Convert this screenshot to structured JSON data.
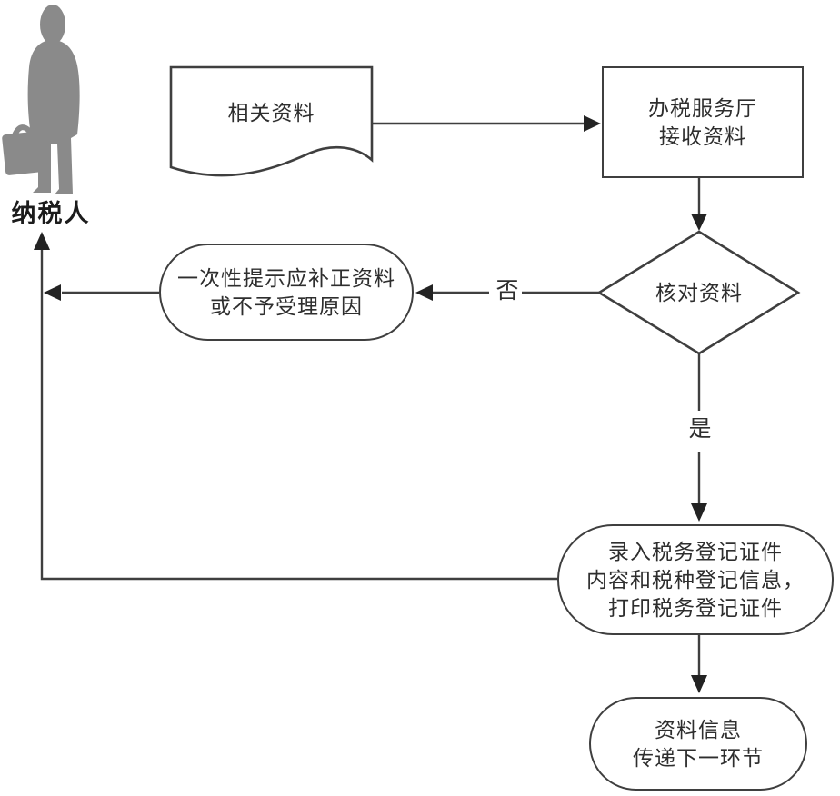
{
  "page": {
    "background": "#ffffff",
    "line_color": "#3f3f3f",
    "text_color": "#2e2e2e"
  },
  "actor": {
    "label": "纳税人",
    "icon": "person-with-briefcase-icon",
    "silhouette_color": "#8a8a8a"
  },
  "nodes": {
    "related_materials": {
      "shape": "document",
      "text": "相关资料"
    },
    "receive_materials": {
      "shape": "process",
      "text": "办税服务厅\n接收资料"
    },
    "check_materials": {
      "shape": "decision",
      "text": "核对资料"
    },
    "prompt_correction": {
      "shape": "terminator",
      "text": "一次性提示应补正资料\n或不予受理原因"
    },
    "register_print": {
      "shape": "terminator",
      "text": "录入税务登记证件\n内容和税种登记信息，\n打印税务登记证件"
    },
    "pass_next": {
      "shape": "terminator",
      "text": "资料信息\n传递下一环节"
    }
  },
  "edge_labels": {
    "no": "否",
    "yes": "是"
  }
}
